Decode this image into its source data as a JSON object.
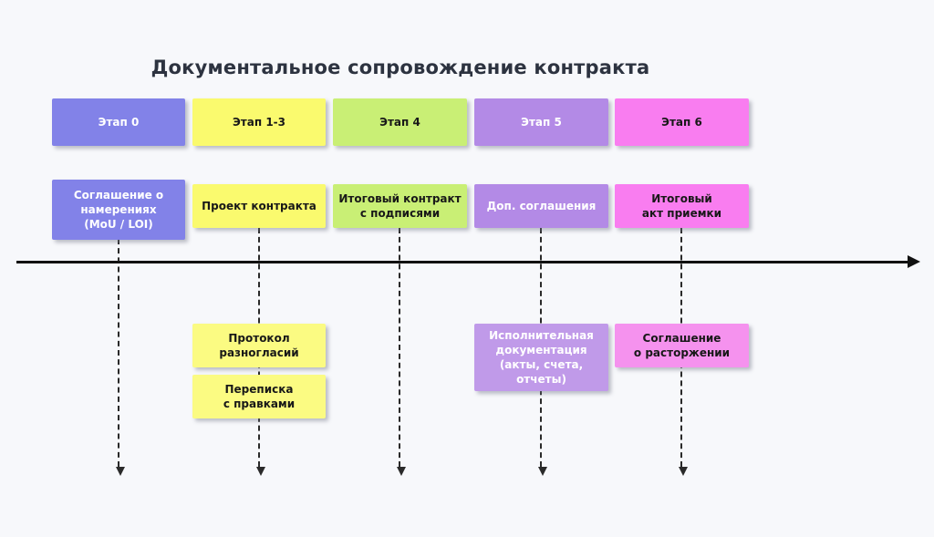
{
  "title": "Документальное сопровождение контракта",
  "colors": {
    "background": "#f7f8fb",
    "stage0": "#8282e8",
    "stage1_3": "#fafa6e",
    "stage4": "#c9ef75",
    "stage5": "#b38ae6",
    "stage6": "#f97df0",
    "axis_line": "#111111",
    "title_text": "#2d3340"
  },
  "columns": [
    {
      "stage": "Этап 0",
      "document": "Соглашение о\nнамерениях\n(MoU / LOI)",
      "extras": []
    },
    {
      "stage": "Этап 1-3",
      "document": "Проект контракта",
      "extras": [
        "Протокол\nразногласий",
        "Переписка\nс правками"
      ]
    },
    {
      "stage": "Этап 4",
      "document": "Итоговый контракт\nс подписями",
      "extras": []
    },
    {
      "stage": "Этап 5",
      "document": "Доп. соглашения",
      "extras": [
        "Исполнительная\nдокументация\n(акты, счета,\nотчеты)"
      ]
    },
    {
      "stage": "Этап 6",
      "document": "Итоговый\nакт приемки",
      "extras": [
        "Соглашение\nо расторжении"
      ]
    }
  ]
}
